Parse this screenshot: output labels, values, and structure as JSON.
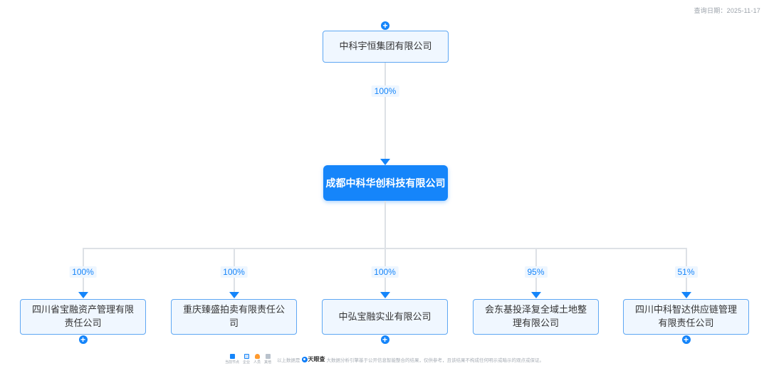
{
  "meta": {
    "query_date_label": "查询日期：",
    "query_date": "2025-11-17"
  },
  "colors": {
    "primary_blue": "#1585fa",
    "node_background": "#f0f7ff",
    "node_border": "#5ea7f3",
    "connector_line": "#dde1e6",
    "percent_text": "#1585fa",
    "person_orange": "#ff9a2e",
    "other_gray": "#b9c2cc"
  },
  "icons": {
    "plus": "+"
  },
  "root": {
    "name": "中科宇恒集团有限公司"
  },
  "root_edge": {
    "percent": "100%"
  },
  "focus": {
    "name": "成都中科华创科技有限公司"
  },
  "children": [
    {
      "name": "四川省宝融资产管理有限责任公司",
      "percent": "100%",
      "expandable": true
    },
    {
      "name": "重庆臻盛拍卖有限责任公司",
      "percent": "100%",
      "expandable": false
    },
    {
      "name": "中弘宝融实业有限公司",
      "percent": "100%",
      "expandable": true
    },
    {
      "name": "会东基投泽复全域土地整理有限公司",
      "percent": "95%",
      "expandable": false
    },
    {
      "name": "四川中科智达供应链管理有限责任公司",
      "percent": "51%",
      "expandable": true
    }
  ],
  "footer": {
    "legend": [
      {
        "label": "当前节点",
        "icon": "current-node-square",
        "color": "#1585fa"
      },
      {
        "label": "企业",
        "icon": "company-square",
        "color": "#cfe3fa"
      },
      {
        "label": "人员",
        "icon": "person",
        "color": "#ff9a2e"
      },
      {
        "label": "其他",
        "icon": "other-square",
        "color": "#b9c2cc"
      }
    ],
    "disclaimer_prefix": "以上数据是",
    "brand_name": "天眼查",
    "disclaimer_suffix": "大数据分析引擎基于公开信息智能整合的结果，仅供参考，且该结果不构成任何明示或暗示的观点或保证。"
  }
}
